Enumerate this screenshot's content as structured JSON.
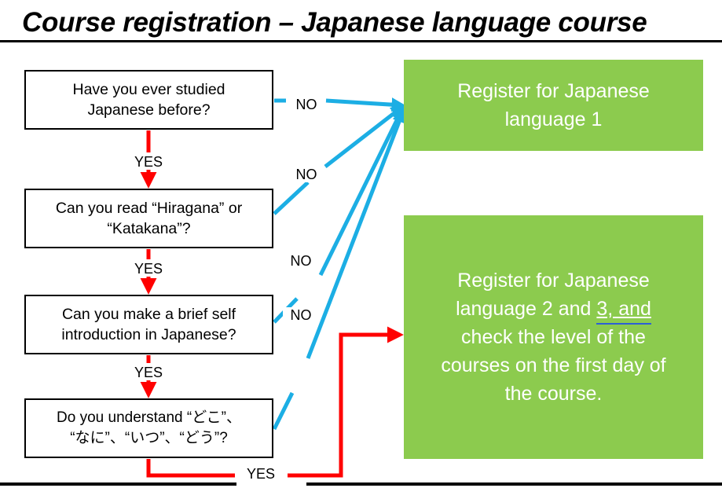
{
  "slide": {
    "title": "Course registration  – Japanese language course",
    "background_color": "#ffffff",
    "rule_color": "#000000"
  },
  "colors": {
    "yes_arrow": "#FF0000",
    "no_arrow": "#1CAEE4",
    "result_box": "#8CCB4E",
    "result_text": "#ffffff",
    "question_border": "#000000",
    "underline_blue": "#2C5FD6"
  },
  "questions": [
    {
      "id": "q1",
      "line1": "Have you ever studied",
      "line2": "Japanese before?"
    },
    {
      "id": "q2",
      "line1": "Can you read “Hiragana” or",
      "line2": "“Katakana”?"
    },
    {
      "id": "q3",
      "line1": "Can you make a brief self",
      "line2": "introduction in Japanese?"
    },
    {
      "id": "q4",
      "line1": "Do you understand “どこ”、",
      "line2": "“なに”、“いつ”、“どう”?"
    }
  ],
  "results": {
    "level1": {
      "line1": "Register for Japanese",
      "line2": "language 1"
    },
    "level23": {
      "line1": "Register for Japanese",
      "line2_pre": "language 2 and ",
      "line2_underlined": "3, and",
      "line3": "check the level of the",
      "line4": "courses on the first day of",
      "line5": "the course."
    }
  },
  "edge_labels": {
    "yes": "YES",
    "no": "NO"
  },
  "flow": {
    "yes_edges": [
      {
        "from": "q1",
        "to": "q2",
        "label": "YES"
      },
      {
        "from": "q2",
        "to": "q3",
        "label": "YES"
      },
      {
        "from": "q3",
        "to": "q4",
        "label": "YES"
      },
      {
        "from": "q4",
        "to": "level23",
        "label": "YES"
      }
    ],
    "no_edges": [
      {
        "from": "q1",
        "to": "level1",
        "label": "NO"
      },
      {
        "from": "q2",
        "to": "level1",
        "label": "NO"
      },
      {
        "from": "q3",
        "to": "level1",
        "label": "NO"
      },
      {
        "from": "q4",
        "to": "level1",
        "label": "NO"
      }
    ]
  }
}
